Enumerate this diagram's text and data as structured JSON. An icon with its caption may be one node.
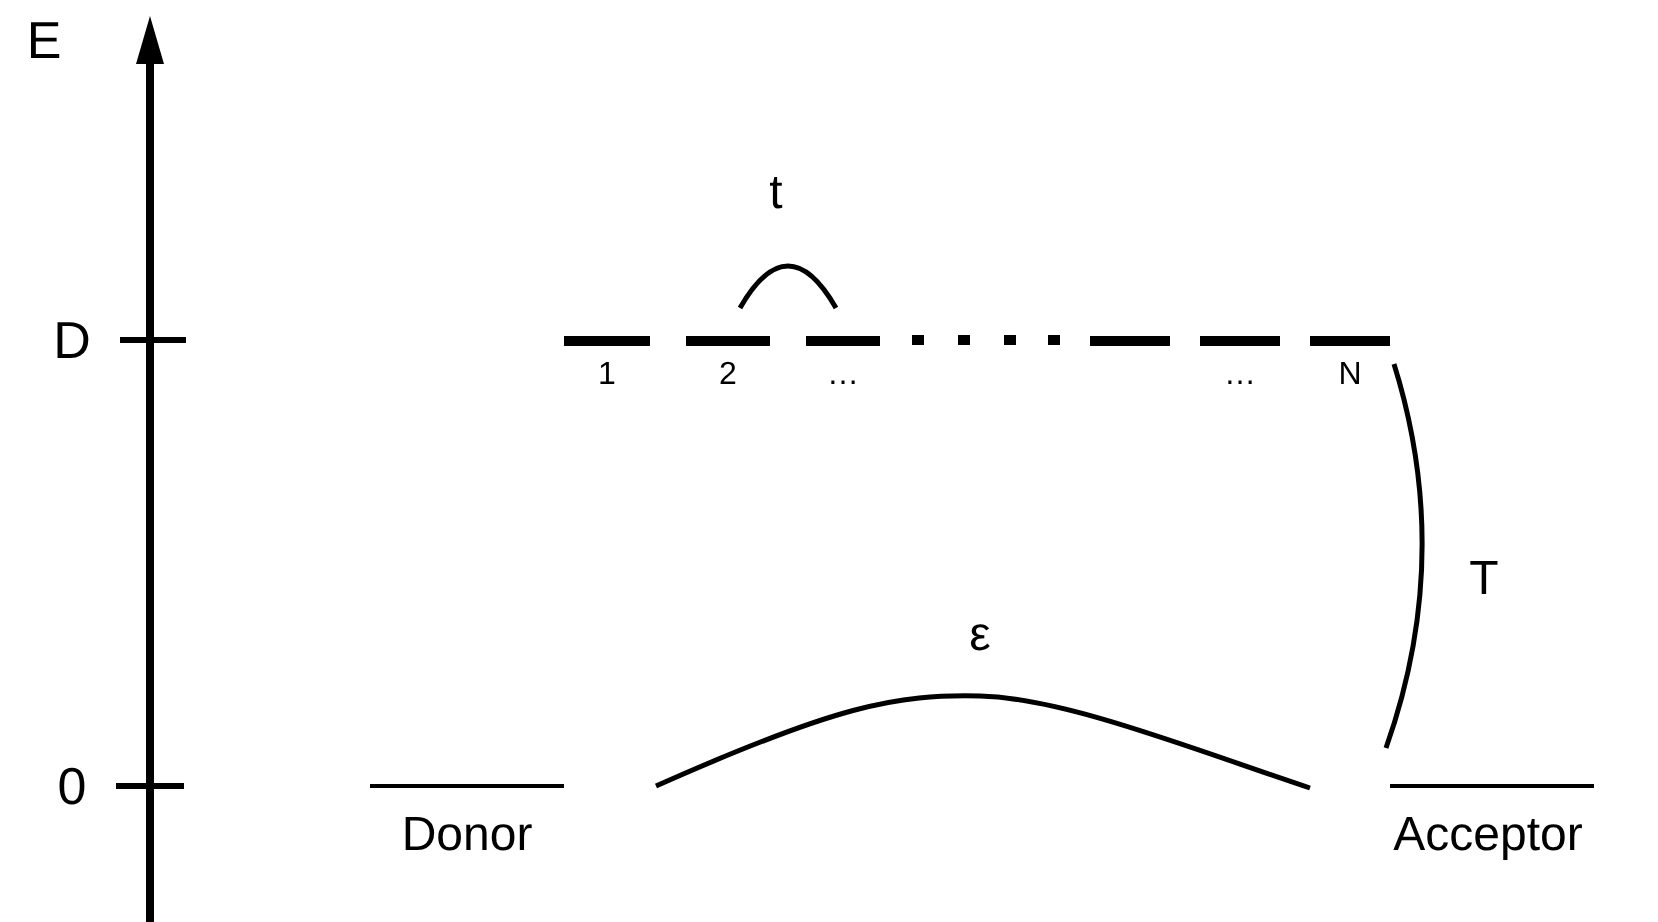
{
  "diagram": {
    "nodes": [
      {
        "text": [
          "1"
        ]
      },
      {
        "text": [
          "2"
        ]
      },
      {
        "text": [
          "…"
        ]
      },
      {
        "text": [],
        "shape": "bar"
      },
      {
        "text": [
          "…"
        ]
      },
      {
        "text": [
          "N"
        ]
      },
      {
        "text": [
          "Donor"
        ]
      },
      {
        "text": [
          "Acceptor"
        ]
      }
    ],
    "edges": [
      {
        "from": 1,
        "to": 2,
        "arrow": "none",
        "label": "t"
      },
      {
        "from": 6,
        "to": 7,
        "arrow": "none",
        "label": "ε"
      },
      {
        "from": 5,
        "to": 7,
        "arrow": "none",
        "label": "T"
      }
    ],
    "labels": [
      "E",
      "D",
      "0"
    ]
  }
}
